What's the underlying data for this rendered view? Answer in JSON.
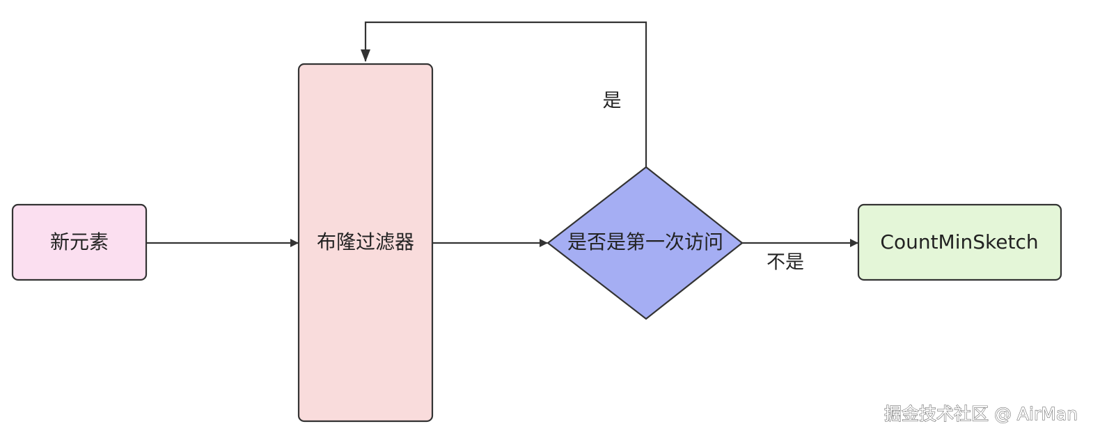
{
  "nodes": {
    "new_element": {
      "label": "新元素",
      "fill": "#fbdff0"
    },
    "bloom_filter": {
      "label": "布隆过滤器",
      "fill": "#f9dcdc"
    },
    "first_visit": {
      "label": "是否是第一次访问",
      "fill": "#a5aef3"
    },
    "count_min_sketch": {
      "label": "CountMinSketch",
      "fill": "#e4f6d8"
    }
  },
  "edges": {
    "yes_label": "是",
    "no_label": "不是"
  },
  "colors": {
    "stroke": "#333333"
  },
  "watermark": "掘金技术社区 @ AirMan"
}
